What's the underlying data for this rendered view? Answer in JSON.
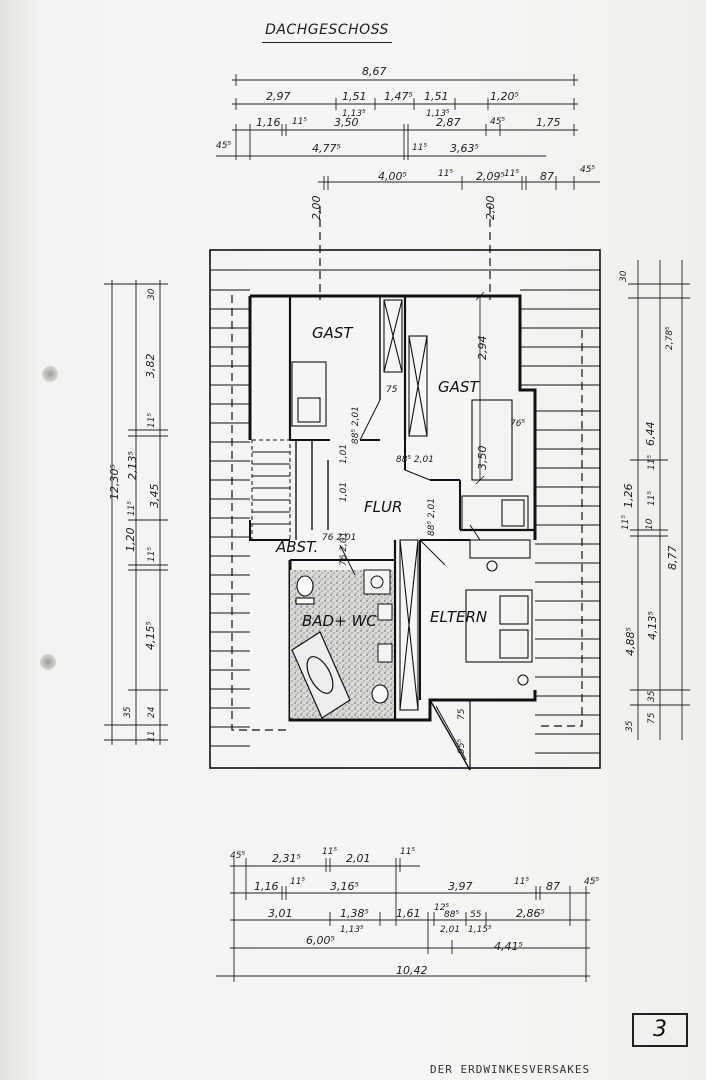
{
  "document": {
    "title": "DACHGESCHOSS",
    "page_number": "3",
    "footer_text": "DER ERDWINKESVERSAKES"
  },
  "rooms": {
    "gast1": "GAST",
    "gast2": "GAST",
    "flur": "FLUR",
    "abst": "ABST.",
    "bad": "BAD+ WC",
    "eltern": "ELTERN"
  },
  "dims_top": {
    "row1": [
      "8,67"
    ],
    "row2": [
      "2,97",
      "1,51",
      "1,47⁵",
      "1,51",
      "1,20⁵"
    ],
    "row2b": [
      "1,13⁵",
      "1,13⁵"
    ],
    "row3": [
      "45⁵",
      "1,16",
      "11⁵",
      "3,50",
      "2,87",
      "45⁵",
      "1,75"
    ],
    "row4": [
      "4,77⁵",
      "11⁵",
      "3,63⁵"
    ],
    "row5": [
      "4,00⁵",
      "11⁵",
      "2,09⁵",
      "11⁵",
      "87",
      "45⁵"
    ]
  },
  "dims_bottom": {
    "row1": [
      "45⁵",
      "2,31⁵",
      "11⁵",
      "2,01",
      "11⁵"
    ],
    "row2": [
      "1,16",
      "11⁵",
      "3,16⁵",
      "3,97",
      "11⁵",
      "87",
      "45⁵"
    ],
    "row3": [
      "3,01",
      "1,38⁵",
      "1,61",
      "12⁵",
      "88⁵",
      "55",
      "2,86⁵"
    ],
    "row3b": [
      "1,13⁵",
      "2,01",
      "1,15⁵"
    ],
    "row4": [
      "6,00⁵",
      "4,41⁵"
    ],
    "row5": [
      "10,42"
    ]
  },
  "dims_left": {
    "total": "12,30⁵",
    "parts": [
      "30",
      "3,82",
      "11⁵",
      "2,13⁵",
      "3,45",
      "11⁵",
      "1,20",
      "11⁵",
      "4,15⁵",
      "35",
      "24",
      "11"
    ]
  },
  "dims_right": {
    "parts": [
      "30",
      "2,78⁵",
      "6,44",
      "11⁵",
      "1,26",
      "11⁵",
      "11⁵",
      "10",
      "8,77",
      "4,13⁵",
      "4,88⁵",
      "35",
      "35",
      "75"
    ]
  },
  "dims_inner": {
    "gauge1": "2,00",
    "gauge2": "2,00",
    "v294": "2,94",
    "v350": "3,50",
    "d75": "75",
    "d76": "76⁵",
    "door1": "88⁵\n2,01",
    "door2": "88⁵\n2,01",
    "door3": "88⁵\n2,01",
    "door4": "76\n2,01",
    "door5": "76\n2,01",
    "stair1": "1,01",
    "stair2": "1,01",
    "d75b": "75",
    "d95": "95⁵"
  }
}
